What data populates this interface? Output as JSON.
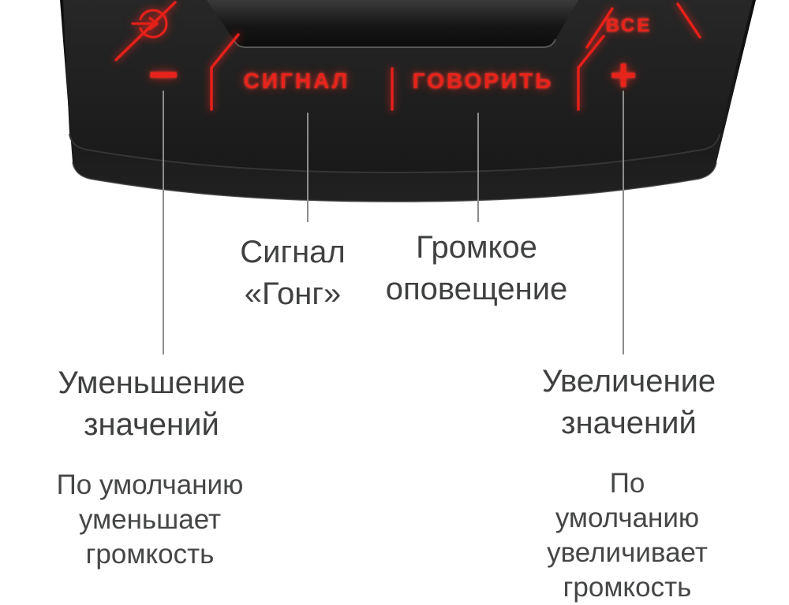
{
  "device_panel": {
    "button_labels": {
      "all": "ВСЕ",
      "minus": "−",
      "signal": "СИГНАЛ",
      "talk": "ГОВОРИТЬ",
      "plus": "+"
    },
    "icons": {
      "enter": "enter-icon"
    },
    "colors": {
      "led_red": "#e8231c",
      "body_black": "#1a1a1a"
    }
  },
  "callouts": {
    "signal": "Сигнал\n«Гонг»",
    "announcement": "Громкое\nоповещение",
    "decrease_title": "Уменьшение\nзначений",
    "decrease_note": "По умолчанию\nуменьшает\nгромкость",
    "increase_title": "Увеличение\nзначений",
    "increase_note": "По умолчанию\nувеличивает\nгромкость"
  }
}
